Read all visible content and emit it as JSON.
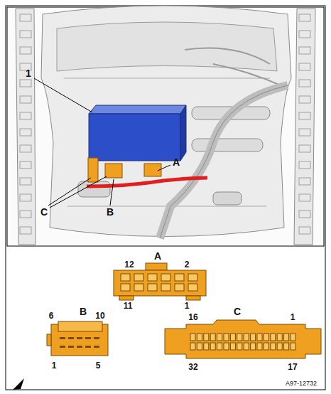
{
  "diagram": {
    "labels": [
      "1",
      "A",
      "C",
      "B",
      "A",
      "12",
      "2",
      "11",
      "1",
      "B",
      "6",
      "10",
      "1",
      "5",
      "C",
      "16",
      "1",
      "32",
      "17",
      "A97-12732"
    ]
  }
}
